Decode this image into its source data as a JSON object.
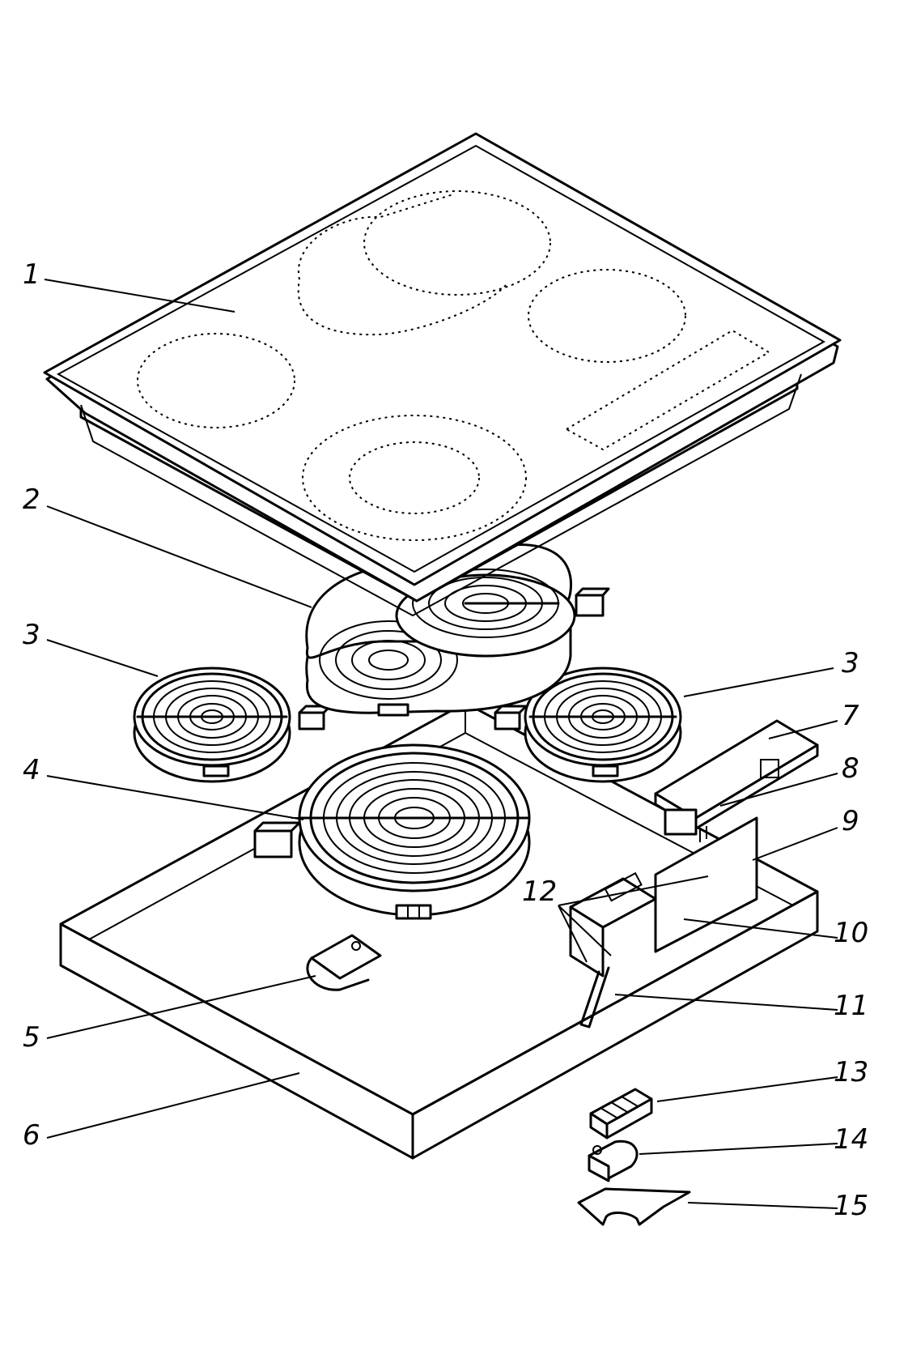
{
  "callouts": {
    "c1": "1",
    "c2": "2",
    "c3a": "3",
    "c3b": "3",
    "c4": "4",
    "c5": "5",
    "c6": "6",
    "c7": "7",
    "c8": "8",
    "c9": "9",
    "c10": "10",
    "c11": "11",
    "c12": "12",
    "c13": "13",
    "c14": "14",
    "c15": "15"
  },
  "colors": {
    "line": "#000000",
    "background": "#ffffff"
  }
}
